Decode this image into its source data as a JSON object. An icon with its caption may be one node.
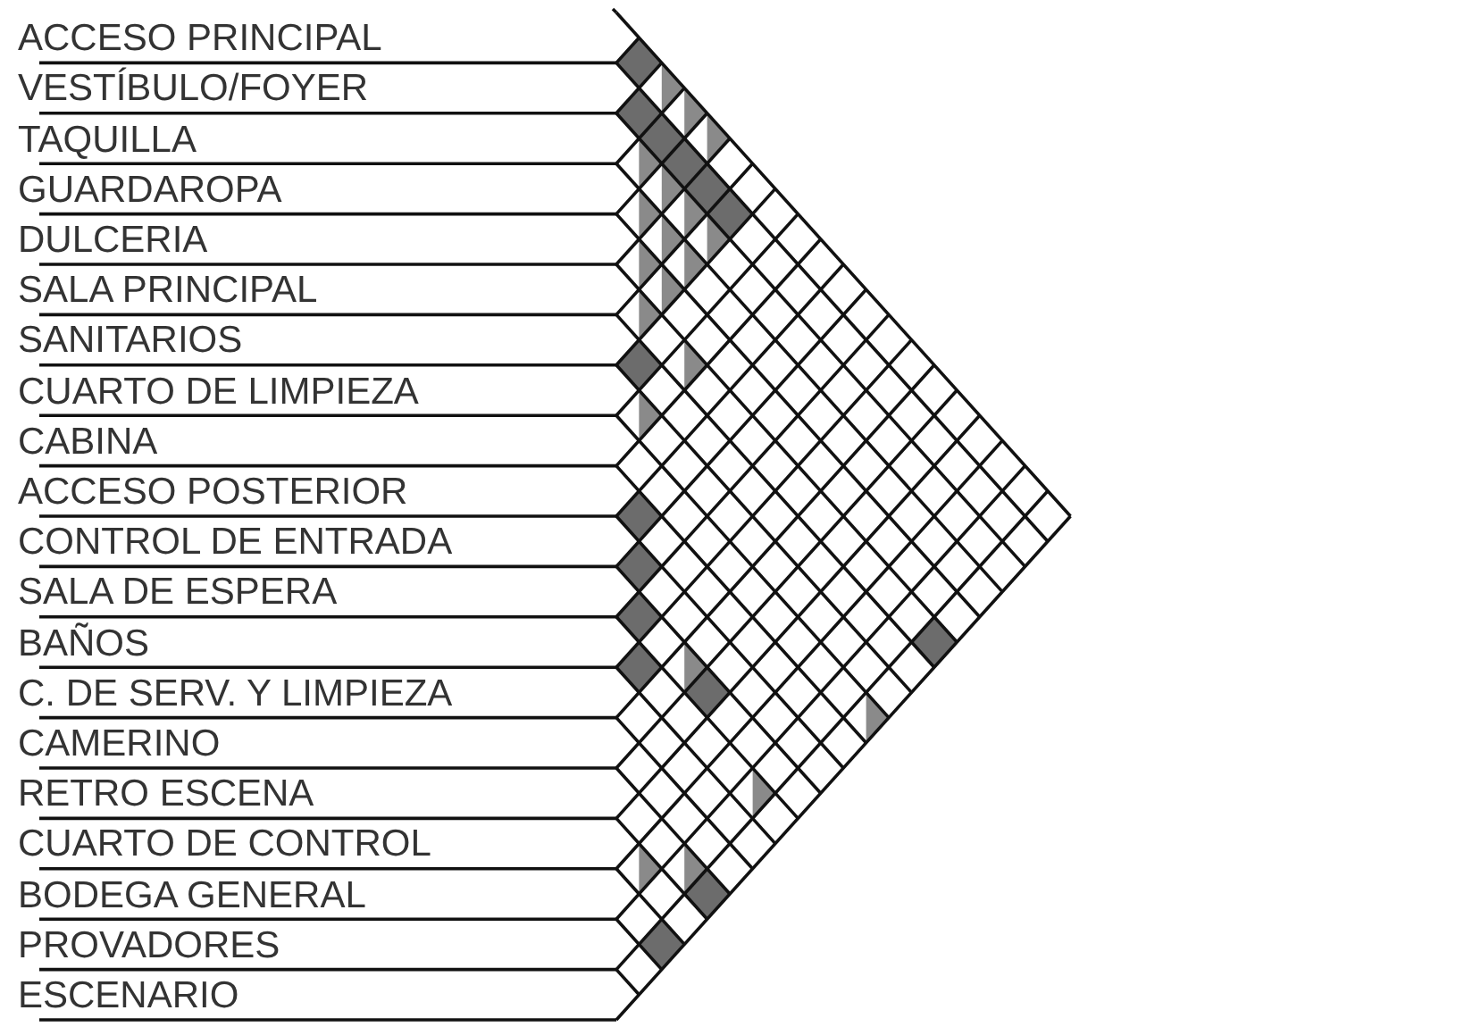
{
  "diagram": {
    "labels": [
      "ACCESO PRINCIPAL",
      "VESTÍBULO/FOYER",
      "TAQUILLA",
      "GUARDAROPA",
      "DULCERIA",
      "SALA PRINCIPAL",
      "SANITARIOS",
      "CUARTO DE LIMPIEZA",
      "CABINA",
      "ACCESO POSTERIOR",
      "CONTROL DE ENTRADA",
      "SALA DE ESPERA",
      "BAÑOS",
      "C. DE SERV. Y LIMPIEZA",
      "CAMERINO",
      "RETRO ESCENA",
      "CUARTO DE CONTROL",
      "BODEGA GENERAL",
      "PROVADORES",
      "ESCENARIO"
    ]
  }
}
